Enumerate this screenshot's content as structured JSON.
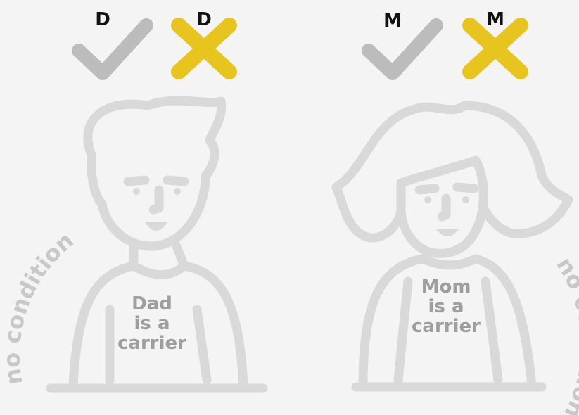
{
  "colors": {
    "background": "#f4f4f4",
    "outline": "#d9d9d9",
    "check": "#bcbcbc",
    "cross": "#e8c51e",
    "shirt_text": "#9e9e9e",
    "arc_text": "#c8c8c8",
    "letter": "#111111"
  },
  "dad": {
    "check_letter": "D",
    "cross_letter": "D",
    "shirt_lines": [
      "Dad",
      "is a",
      "carrier"
    ],
    "arc_label": "no condition"
  },
  "mom": {
    "check_letter": "M",
    "cross_letter": "M",
    "shirt_lines": [
      "Mom",
      "is a",
      "carrier"
    ],
    "arc_label": "no condition"
  },
  "icons": {
    "check": "check-icon",
    "cross": "cross-icon"
  }
}
